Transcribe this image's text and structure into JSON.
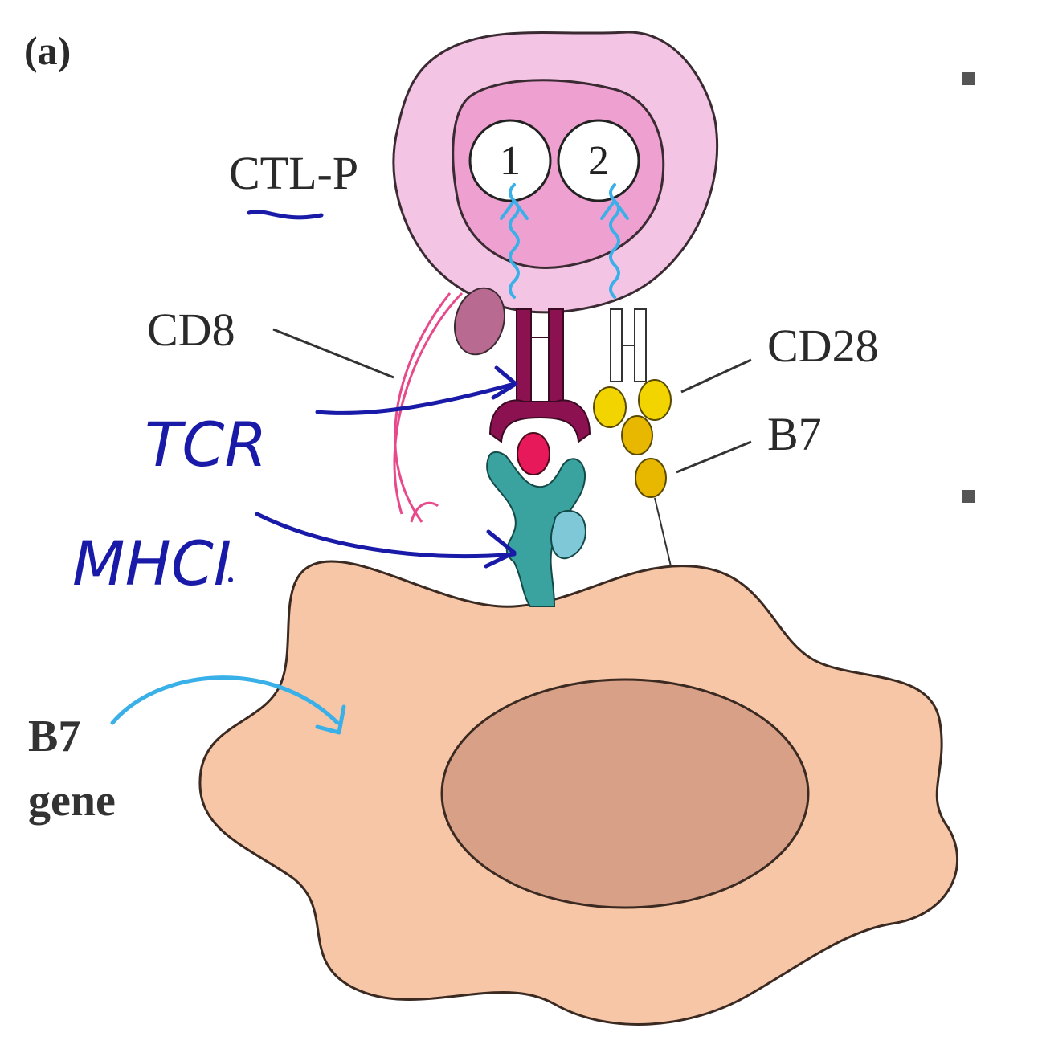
{
  "panel_label": "(a)",
  "labels": {
    "ctlp": "CTL-P",
    "cd8": "CD8",
    "cd28": "CD28",
    "b7": "B7",
    "b7_gene_line1": "B7",
    "b7_gene_line2": "gene",
    "signal_1": "1",
    "signal_2": "2"
  },
  "annotations": {
    "tcr": "TCR",
    "mhci": "MHCI"
  },
  "colors": {
    "tcell": "#f4c4e4",
    "tcell_nucleus": "#eea0d0",
    "apc": "#f7c6a7",
    "apc_nucleus": "#d9a088",
    "tcr": "#8c1150",
    "mhc": "#3aa3a0",
    "peptide": "#e8195a",
    "b7_cd28": "#f1c40f",
    "handwriting": "#1a1aa8",
    "signal_arrow": "#3ab0e8"
  }
}
